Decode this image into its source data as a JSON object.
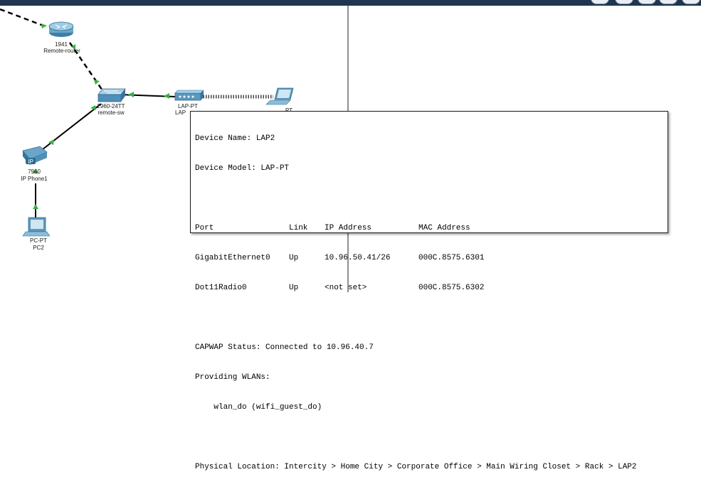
{
  "colors": {
    "top_bar": "#1f3550",
    "link": "#000000",
    "link_indicator": "#3cb043",
    "divider": "#8f8f8f"
  },
  "toolbar": {
    "buttons": [
      "circle-button-icon",
      "circle-button-icon",
      "circle-button-icon",
      "rounded-button-icon",
      "rounded-button-icon"
    ]
  },
  "devices": {
    "router": {
      "model": "1941",
      "name": "Remote-router"
    },
    "switch": {
      "model": "2960-24TT",
      "name": "remote-sw"
    },
    "access_point": {
      "model": "LAP-PT",
      "name": "LAP"
    },
    "laptop": {
      "name": "PT"
    },
    "ip_phone": {
      "model": "7960",
      "name": "IP Phone1"
    },
    "pc": {
      "model": "PC-PT",
      "name": "PC2"
    }
  },
  "tooltip": {
    "device_name": "Device Name: LAP2",
    "device_model": "Device Model: LAP-PT",
    "table_headers": [
      "Port",
      "Link",
      "IP Address",
      "MAC Address"
    ],
    "ports": [
      {
        "port": "GigabitEthernet0",
        "link": "Up",
        "ip": "10.96.50.41/26",
        "mac": "000C.8575.6301"
      },
      {
        "port": "Dot11Radio0",
        "link": "Up",
        "ip": "<not set>",
        "mac": "000C.8575.6302"
      }
    ],
    "capwap_status": "CAPWAP Status: Connected to 10.96.40.7",
    "wlans_heading": "Providing WLANs:",
    "wlan_entry": "    wlan_do (wifi_guest_do)",
    "physical_location": "Physical Location: Intercity > Home City > Corporate Office > Main Wiring Closet > Rack > LAP2"
  }
}
